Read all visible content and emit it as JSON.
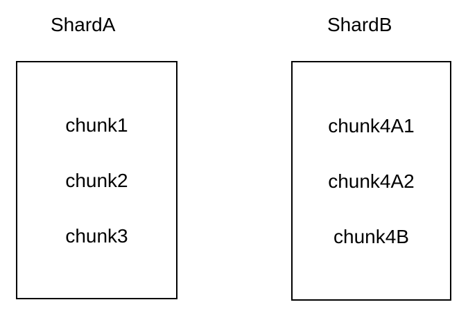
{
  "diagram": {
    "shards": [
      {
        "title": "ShardA",
        "chunks": [
          "chunk1",
          "chunk2",
          "chunk3"
        ]
      },
      {
        "title": "ShardB",
        "chunks": [
          "chunk4A1",
          "chunk4A2",
          "chunk4B"
        ]
      }
    ],
    "colors": {
      "background": "#ffffff",
      "border": "#000000",
      "text": "#000000"
    }
  }
}
